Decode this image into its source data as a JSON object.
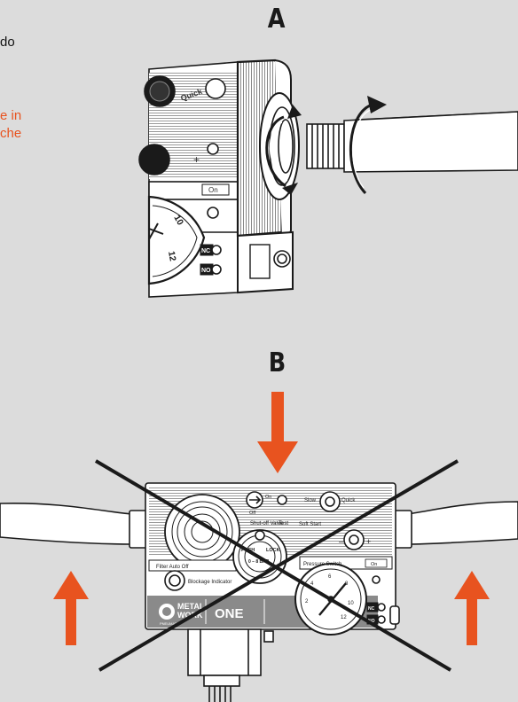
{
  "left_text": {
    "black_fragment": "do",
    "orange_line1": "e in",
    "orange_line2": "che"
  },
  "figure_labels": {
    "a": "A",
    "b": "B"
  },
  "device_a_labels": {
    "quick": "Quick",
    "plus": "+",
    "on": "On",
    "dial_10": "10",
    "dial_12": "12",
    "nc": "NC",
    "no": "NO"
  },
  "device_b_labels": {
    "on_valve": "On",
    "off_valve": "Off",
    "shutoff_valve": "Shut-off Valve",
    "test": "Test",
    "slow": "Slow",
    "quick": "Quick",
    "soft_start": "Soft Start",
    "minus": "–",
    "plus": "+",
    "pressure_switch": "Pressure Switch",
    "on": "On",
    "filter_auto_off": "Filter Auto Off",
    "push": "PUSH",
    "lock": "LOCK",
    "bar_range": "0 – 8 BAR",
    "blockage_indicator": "Blockage Indicator",
    "gauge_2": "2",
    "gauge_4": "4",
    "gauge_6": "6",
    "gauge_8": "8",
    "gauge_10": "10",
    "gauge_12": "12",
    "nc": "NC",
    "no": "NO",
    "brand_line1": "METAL",
    "brand_line2": "WORK",
    "brand_sub": "PNEUMATIC",
    "product": "ONE"
  },
  "colors": {
    "background": "#dcdcdc",
    "accent_orange": "#e8531f",
    "ink": "#1a1a1a",
    "device_body": "#ffffff",
    "brand_bar": "#8a8a8a"
  }
}
